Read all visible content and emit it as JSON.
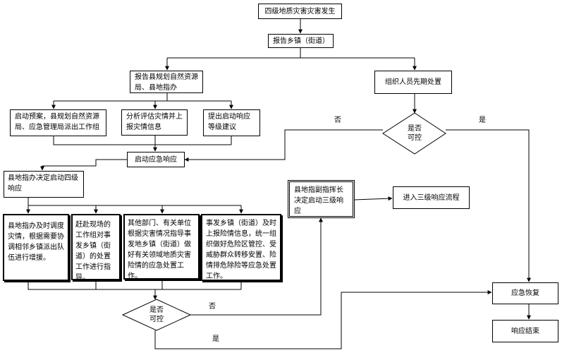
{
  "nodes": {
    "n_start": "四级地质灾害灾害发生",
    "n_report_town": "报告乡镇（街道）",
    "n_report_county": "报告县规划自然资源局、县地指办",
    "n_org_first": "组织人员先期处置",
    "n_start_plan": "启动预案，县规划自然资源局、应急管理局派出工作组",
    "n_analyze": "分析评估灾情并上报灾情信息",
    "n_propose": "提出启动响应等级建议",
    "n_start_emergency": "启动应急响应",
    "n_decide_four": "县地指办决定启动四级响应",
    "n_dispatch": "县地指办及时调度灾情，根据需要协调相邻乡镇派出队伍进行增援。",
    "n_guide_team": "赶赴现场的工作组对事发乡镇（街道）的处置工作进行指导。",
    "n_other_depts": "其他部门、有关单位根据灾害情况指导事发地乡镇（街道）做好有关领域地质灾害险情的应急处置工作。",
    "n_town_report": "事发乡镇（街道）及时上报险情信息，统一组织做好危险区管控、受威胁群众转移安置、险情排危除险等应急处置工作。",
    "n_deputy_decide": "县地指副指挥长决定启动三级响应",
    "n_enter_three": "进入三级响应流程",
    "n_recovery": "应急恢复",
    "n_end": "响应结束"
  },
  "decisions": {
    "d_top": {
      "line1": "是否",
      "line2": "可控"
    },
    "d_bottom": {
      "line1": "是否",
      "line2": "可控"
    }
  },
  "edge_labels": {
    "top_no": "否",
    "top_yes": "是",
    "bottom_no": "否",
    "bottom_yes": "是"
  }
}
